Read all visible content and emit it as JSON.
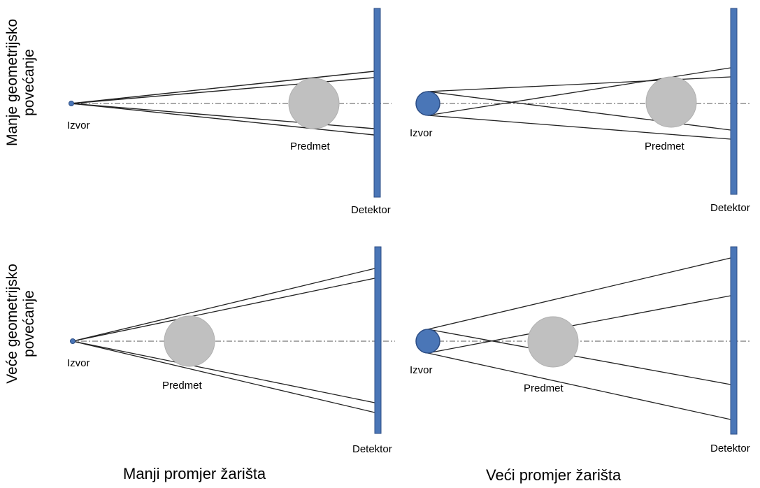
{
  "colors": {
    "detector": "#4a76b7",
    "detector_border": "#2d4e86",
    "source": "#4a76b7",
    "object": "#c0c0c0",
    "ray": "#222222",
    "axis": "#555555"
  },
  "row_labels": {
    "top_line1": "Manje geometrijsko",
    "top_line2": "povećanje",
    "bottom_line1": "Veće geometrijsko",
    "bottom_line2": "povećanje"
  },
  "column_labels": {
    "left": "Manji promjer žarišta",
    "right": "Veći promjer žarišta"
  },
  "panels": {
    "top_left": {
      "source": "Izvor",
      "object": "Predmet",
      "detector": "Detektor"
    },
    "top_right": {
      "source": "Izvor",
      "object": "Predmet",
      "detector": "Detektor"
    },
    "bottom_left": {
      "source": "Izvor",
      "object": "Predmet",
      "detector": "Detektor"
    },
    "bottom_right": {
      "source": "Izvor",
      "object": "Predmet",
      "detector": "Detektor"
    }
  }
}
